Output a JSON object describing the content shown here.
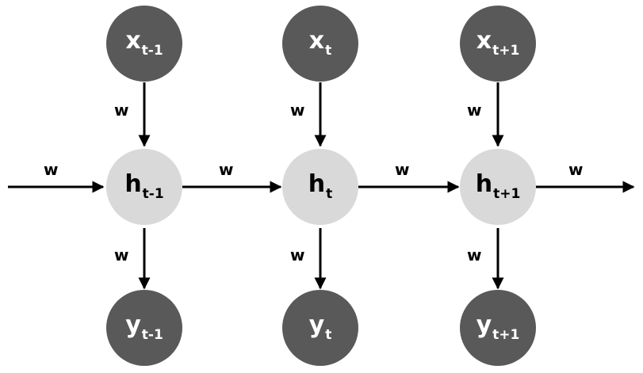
{
  "weight_label": "w",
  "steps": [
    {
      "input": {
        "base": "x",
        "sub": "t-1"
      },
      "hidden": {
        "base": "h",
        "sub": "t-1"
      },
      "output": {
        "base": "y",
        "sub": "t-1"
      }
    },
    {
      "input": {
        "base": "x",
        "sub": "t"
      },
      "hidden": {
        "base": "h",
        "sub": "t"
      },
      "output": {
        "base": "y",
        "sub": "t"
      }
    },
    {
      "input": {
        "base": "x",
        "sub": "t+1"
      },
      "hidden": {
        "base": "h",
        "sub": "t+1"
      },
      "output": {
        "base": "y",
        "sub": "t+1"
      }
    }
  ],
  "colors": {
    "io_node": "#595959",
    "hidden_node": "#d9d9d9",
    "arrow": "#000000"
  }
}
